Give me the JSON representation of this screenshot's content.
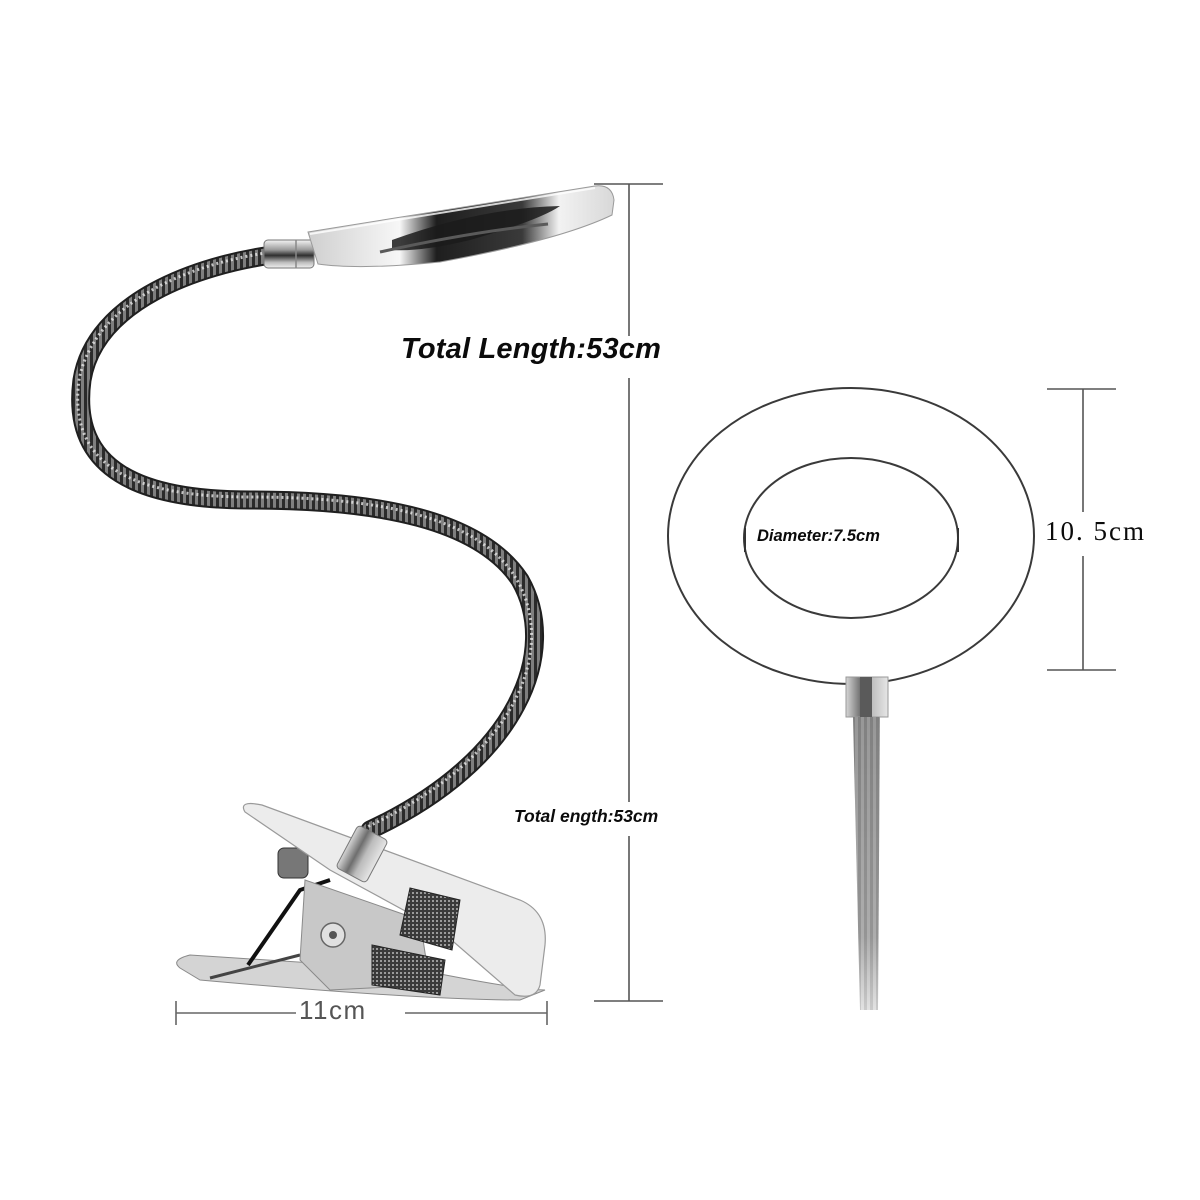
{
  "product": {
    "type": "Clip-on gooseneck ring lamp",
    "views": [
      "side-view-with-clip",
      "front-view-of-ring-head"
    ]
  },
  "dimensions": {
    "total_length_main": "Total Length:53cm",
    "total_length_secondary": "Total ength:53cm",
    "inner_diameter": "Diameter:7.5cm",
    "head_height": "10. 5cm",
    "clip_width": "11cm"
  },
  "colors": {
    "background": "#ffffff",
    "text": "#0b0b0b",
    "dimension_line": "#555555",
    "metal_light": "#e8e8e8",
    "metal_dark": "#2a2a2a",
    "clip_body": "#d9d9d9",
    "grip_pad": "#3a3a3a"
  }
}
